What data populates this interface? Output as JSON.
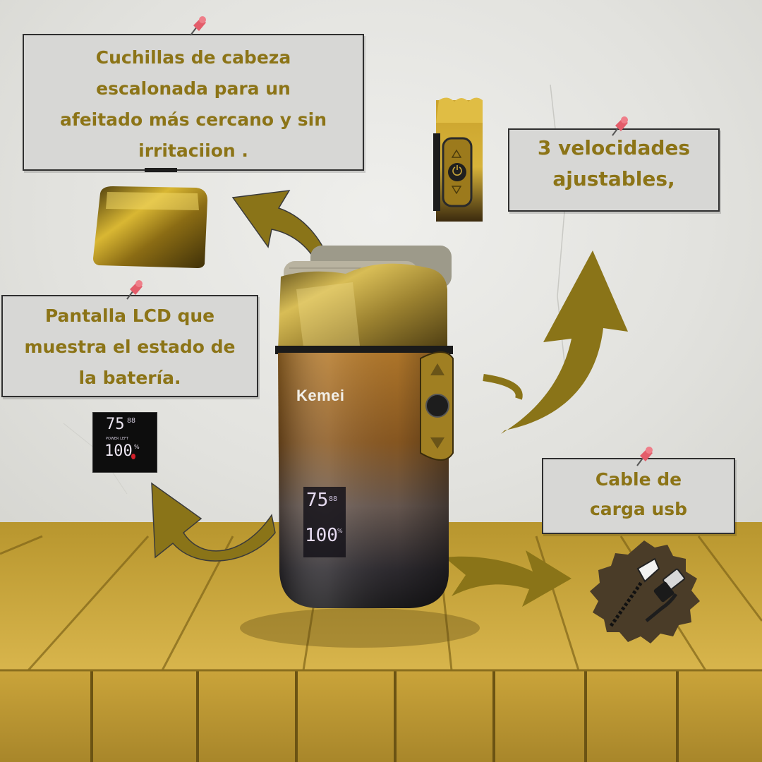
{
  "notes": {
    "blades": [
      "Cuchillas de cabeza",
      "escalonada para un",
      "afeitado más cercano y sin",
      "irritaciion ."
    ],
    "speeds": [
      "3 velocidades",
      "ajustables,"
    ],
    "lcd": [
      "Pantalla LCD que",
      "muestra el estado de",
      "la batería."
    ],
    "cable": [
      "Cable de",
      "carga usb"
    ]
  },
  "brand": "Kemei",
  "lcd_readout": {
    "minutes": "75",
    "minutes_small": "88",
    "power_label": "POWER LEFT",
    "percent": "100",
    "percent_unit": "%"
  },
  "colors": {
    "accent": "#8c7417",
    "arrow": "#8a7418",
    "note_bg": "#d7d7d5",
    "wood": "#c9a53a"
  },
  "icons": [
    "pushpin-icon",
    "power-icon",
    "speed-up-icon",
    "speed-down-icon",
    "usb-plug-icon"
  ]
}
